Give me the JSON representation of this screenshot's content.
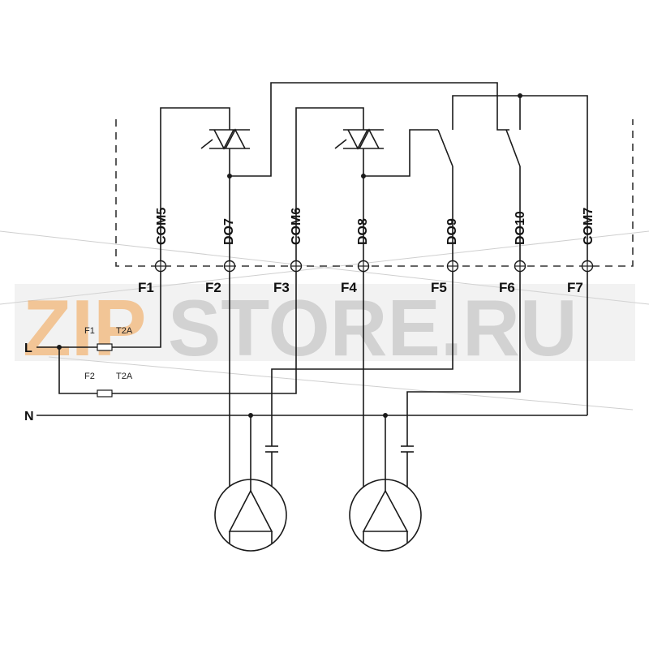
{
  "diagram": {
    "terminals": [
      {
        "id": "F1",
        "signal": "COM5"
      },
      {
        "id": "F2",
        "signal": "DO7"
      },
      {
        "id": "F3",
        "signal": "COM6"
      },
      {
        "id": "F4",
        "signal": "DO8"
      },
      {
        "id": "F5",
        "signal": "DO9"
      },
      {
        "id": "F6",
        "signal": "DO10"
      },
      {
        "id": "F7",
        "signal": "COM7"
      }
    ],
    "line_L": "L",
    "line_N": "N",
    "fuses": [
      {
        "name": "F1",
        "rating": "T2A"
      },
      {
        "name": "F2",
        "rating": "T2A"
      }
    ]
  },
  "watermark": {
    "part1": "ZIP",
    "part2": "STORE.RU"
  }
}
